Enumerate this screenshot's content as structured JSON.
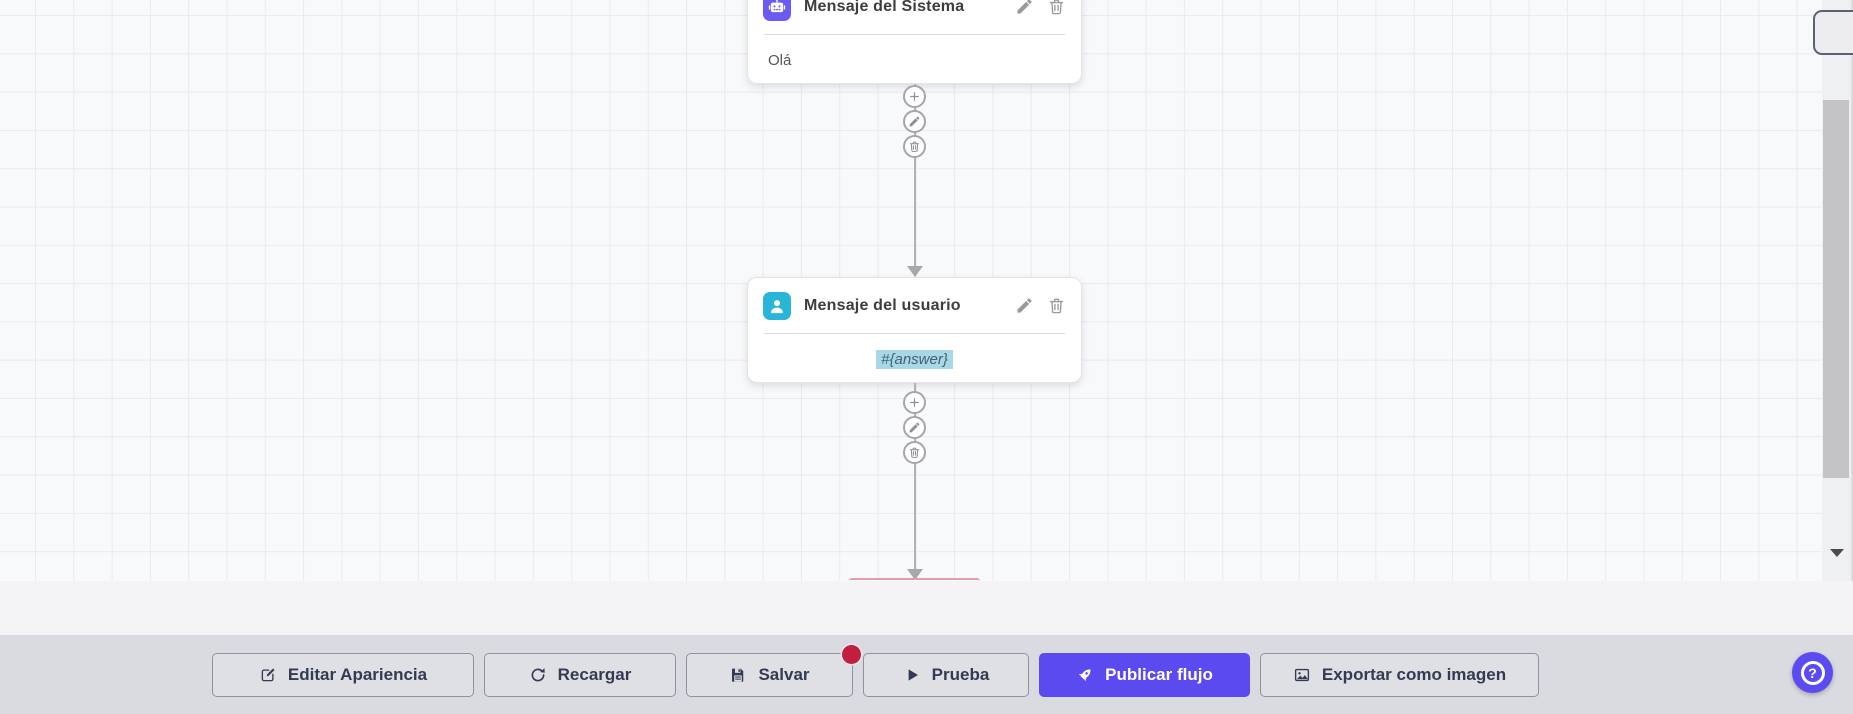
{
  "canvas": {
    "nodes": [
      {
        "id": "system-message",
        "icon": "robot-icon",
        "title": "Mensaje del Sistema",
        "content": "Olá"
      },
      {
        "id": "user-message",
        "icon": "user-icon",
        "title": "Mensaje del usuario",
        "content": "#{answer}"
      }
    ],
    "connector_actions": [
      "add",
      "edit",
      "delete"
    ]
  },
  "toolbar": {
    "buttons": [
      {
        "label": "Editar Apariencia",
        "icon": "edit-square-icon"
      },
      {
        "label": "Recargar",
        "icon": "refresh-icon"
      },
      {
        "label": "Salvar",
        "icon": "save-icon",
        "badge": true
      },
      {
        "label": "Prueba",
        "icon": "play-icon"
      },
      {
        "label": "Publicar flujo",
        "icon": "rocket-icon",
        "primary": true
      },
      {
        "label": "Exportar como imagen",
        "icon": "image-icon"
      }
    ]
  },
  "help": {
    "label": "?"
  },
  "colors": {
    "accent": "#5b4af0",
    "system_node_icon_bg": "#6a5cf2",
    "user_node_icon_bg": "#2ab5d8",
    "highlight_bg": "#a8d8e8",
    "badge": "#c01f3f",
    "toolbar_bg": "#dadbe0",
    "canvas_bg": "#f8f9fb",
    "grid_line": "#e9eaf2"
  }
}
